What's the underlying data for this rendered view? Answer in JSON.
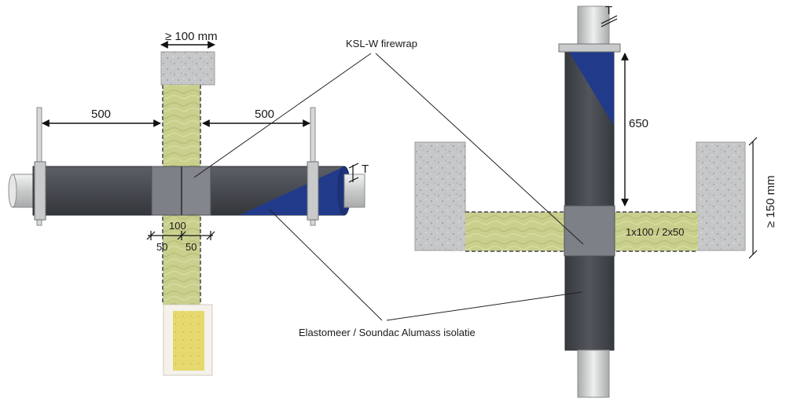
{
  "labels": {
    "wall_min": "≥ 100 mm",
    "dim_left": "500",
    "dim_right": "500",
    "wrap_width": "100",
    "wrap_half_left": "50",
    "wrap_half_right": "50",
    "thickness_left": "T",
    "thickness_right": "T",
    "firewrap": "KSL-W firewrap",
    "insulation": "Elastomeer / Soundac Alumass isolatie",
    "height_650": "650",
    "floor_fill": "1x100 / 2x50",
    "floor_min": "≥ 150 mm"
  },
  "colors": {
    "pipe_steel": "#d4d6d6",
    "insulation_dark": "#4a4d52",
    "insulation_blue": "#223a8a",
    "firewrap_grey": "#7d8086",
    "mineral_wool": "#c9cf8c",
    "concrete": "#c6c7c8",
    "board_yellow": "#e6d86c"
  }
}
